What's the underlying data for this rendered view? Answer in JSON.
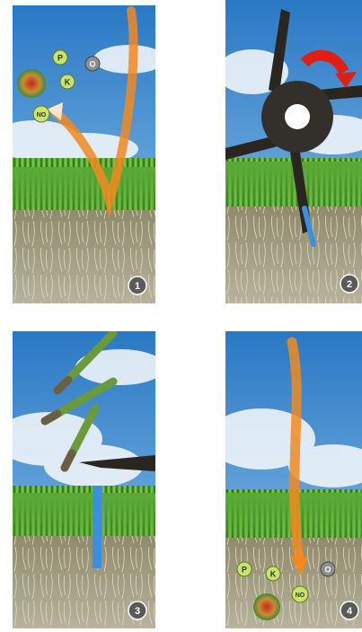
{
  "panels": [
    {
      "number": "1",
      "nutrients": [
        "P",
        "K",
        "NO"
      ],
      "gas_symbol": "O",
      "icons": [
        "nutrient-release-arrow-icon",
        "co2-bubble-icon",
        "sun-burst-icon"
      ]
    },
    {
      "number": "2",
      "icons": [
        "aerator-tine-wheel-icon",
        "rotation-arrow-icon",
        "soil-core-hole-icon"
      ]
    },
    {
      "number": "3",
      "icons": [
        "soil-core-plug-icon",
        "aerator-tine-icon",
        "open-hole-icon"
      ]
    },
    {
      "number": "4",
      "nutrients": [
        "P",
        "K",
        "NO"
      ],
      "gas_symbol": "O",
      "icons": [
        "downward-flow-arrow-icon",
        "co2-bubble-icon",
        "nutrient-icon"
      ]
    }
  ],
  "colors": {
    "sky": "#3d8fd6",
    "cloud": "#eef4f9",
    "grass": "#4f9a2e",
    "soil": "#a9a58c",
    "arrow_orange": "#f2891f",
    "rotation_red": "#e01e12",
    "nutrient_green": "#c9e46a",
    "water_blue": "#3b8fe0",
    "badge_gray": "#5a5a5a"
  }
}
